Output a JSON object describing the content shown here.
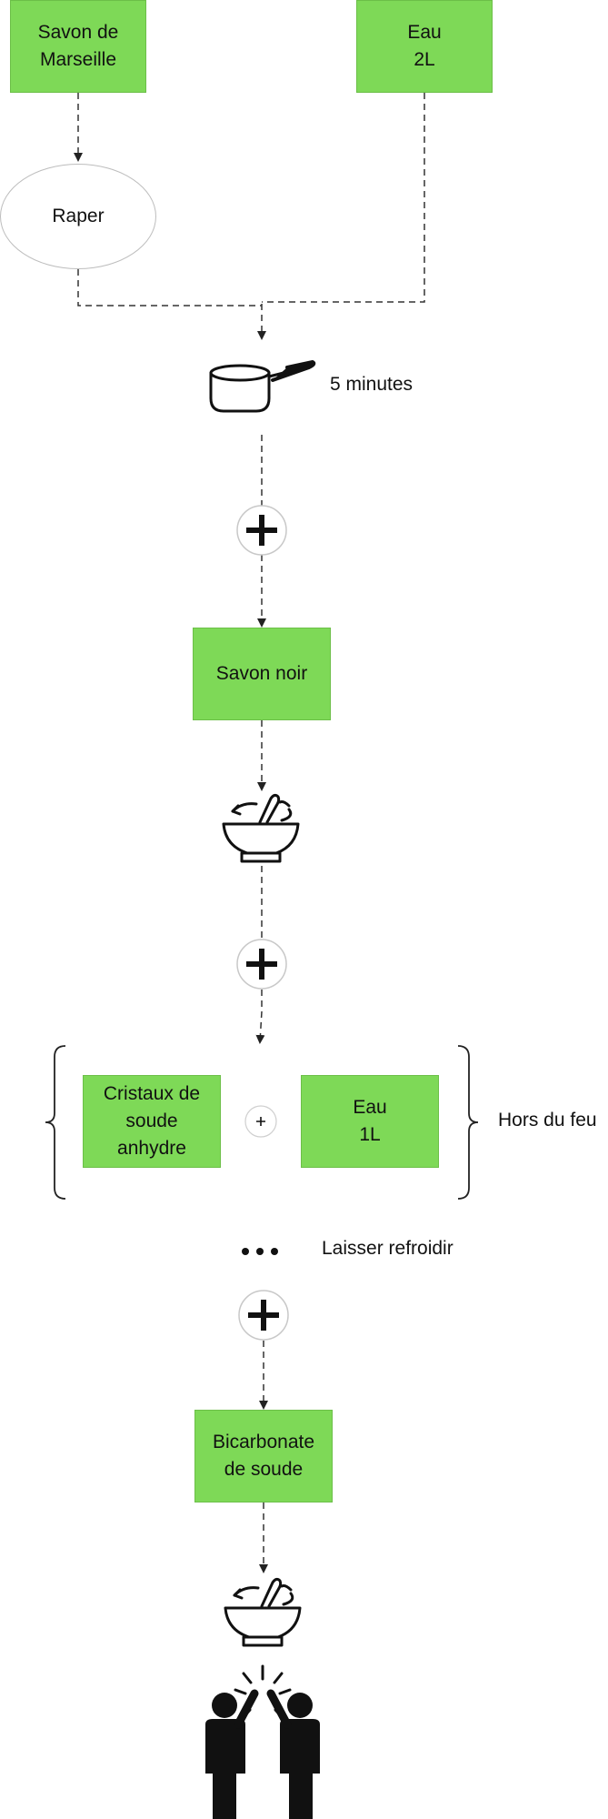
{
  "steps": {
    "savon_marseille": "Savon de\nMarseille",
    "eau_2l": "Eau\n2L",
    "raper": "Raper",
    "cook_time": "5 minutes",
    "savon_noir": "Savon noir",
    "cristaux": "Cristaux de\nsoude\nanhydre",
    "eau_1l": "Eau\n1L",
    "hors_du_feu": "Hors du feu",
    "laisser_refroidir": "Laisser refroidir",
    "bicarbonate": "Bicarbonate\nde soude"
  },
  "icons": [
    "saucepan-icon",
    "plus-icon",
    "mortar-pestle-icon",
    "ellipsis-icon",
    "high-five-icon"
  ],
  "colors": {
    "box_fill": "#7ED957",
    "line": "#333333"
  }
}
